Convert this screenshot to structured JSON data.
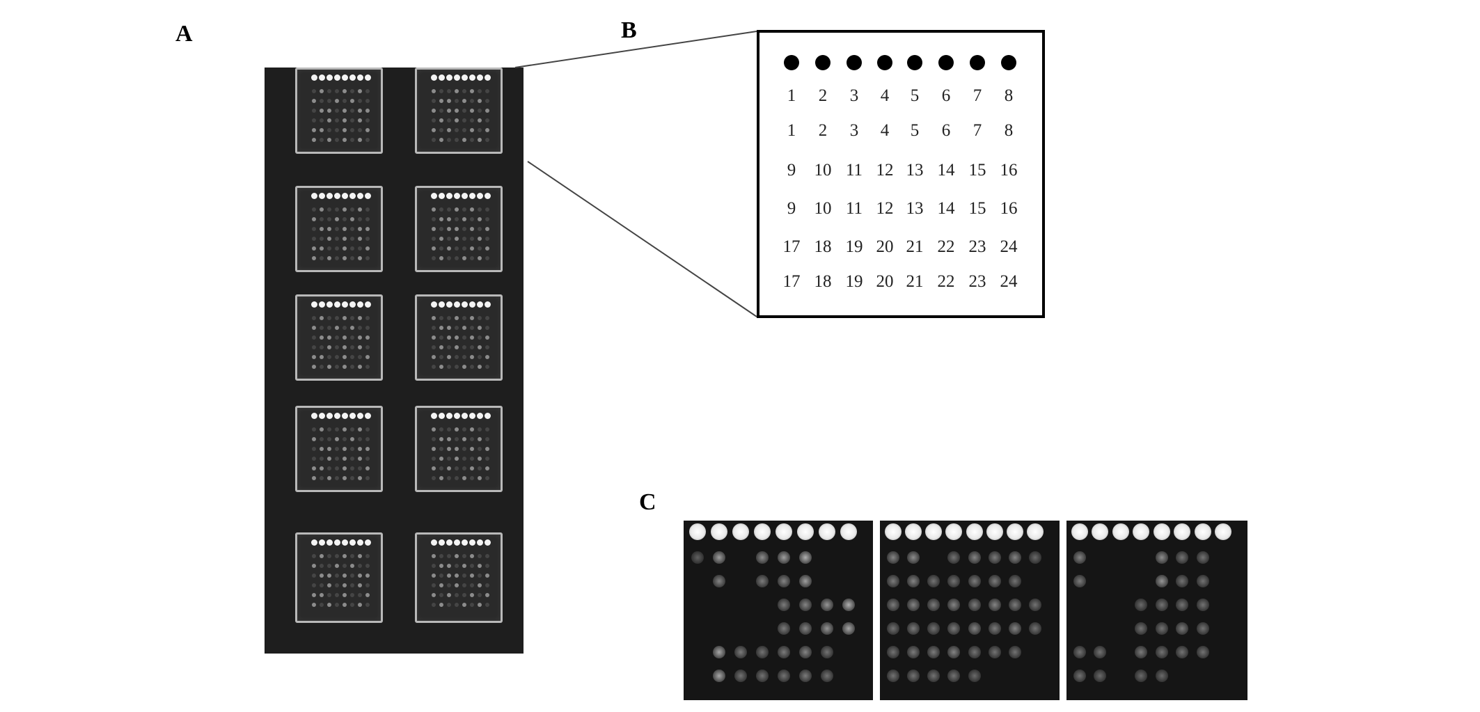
{
  "panel_labels": {
    "a": "A",
    "b": "B",
    "c": "C"
  },
  "legend": {
    "reference_spots": 8,
    "rows": [
      [
        "1",
        "2",
        "3",
        "4",
        "5",
        "6",
        "7",
        "8"
      ],
      [
        "1",
        "2",
        "3",
        "4",
        "5",
        "6",
        "7",
        "8"
      ],
      [
        "9",
        "10",
        "11",
        "12",
        "13",
        "14",
        "15",
        "16"
      ],
      [
        "9",
        "10",
        "11",
        "12",
        "13",
        "14",
        "15",
        "16"
      ],
      [
        "17",
        "18",
        "19",
        "20",
        "21",
        "22",
        "23",
        "24"
      ],
      [
        "17",
        "18",
        "19",
        "20",
        "21",
        "22",
        "23",
        "24"
      ]
    ]
  },
  "slide": {
    "grid": [
      2,
      5
    ]
  },
  "photos": [
    {
      "brightness": [
        0.1,
        0.45,
        0.0,
        0.35,
        0.45,
        0.55,
        0.0,
        0.0,
        0.0,
        0.3,
        0.0,
        0.25,
        0.3,
        0.45,
        0.0,
        0.0,
        0.0,
        0.0,
        0.0,
        0.0,
        0.25,
        0.3,
        0.4,
        0.55,
        0.0,
        0.0,
        0.0,
        0.0,
        0.25,
        0.3,
        0.4,
        0.5,
        0.0,
        0.5,
        0.25,
        0.2,
        0.25,
        0.3,
        0.2,
        0.0,
        0.0,
        0.5,
        0.2,
        0.2,
        0.2,
        0.25,
        0.2,
        0.0
      ]
    },
    {
      "brightness": [
        0.3,
        0.35,
        0.0,
        0.2,
        0.3,
        0.25,
        0.3,
        0.15,
        0.25,
        0.3,
        0.2,
        0.2,
        0.25,
        0.25,
        0.2,
        0.0,
        0.25,
        0.3,
        0.25,
        0.3,
        0.25,
        0.3,
        0.25,
        0.2,
        0.2,
        0.25,
        0.2,
        0.25,
        0.3,
        0.25,
        0.3,
        0.2,
        0.2,
        0.25,
        0.25,
        0.3,
        0.2,
        0.2,
        0.2,
        0.0,
        0.2,
        0.2,
        0.2,
        0.2,
        0.15,
        0.0,
        0.0,
        0.0
      ]
    },
    {
      "brightness": [
        0.3,
        0.0,
        0.0,
        0.0,
        0.35,
        0.2,
        0.2,
        0.0,
        0.25,
        0.0,
        0.0,
        0.0,
        0.4,
        0.2,
        0.2,
        0.0,
        0.0,
        0.0,
        0.0,
        0.15,
        0.2,
        0.2,
        0.2,
        0.0,
        0.0,
        0.0,
        0.0,
        0.2,
        0.2,
        0.25,
        0.2,
        0.0,
        0.2,
        0.2,
        0.0,
        0.25,
        0.2,
        0.2,
        0.2,
        0.0,
        0.2,
        0.15,
        0.0,
        0.15,
        0.15,
        0.0,
        0.0,
        0.0
      ]
    }
  ]
}
